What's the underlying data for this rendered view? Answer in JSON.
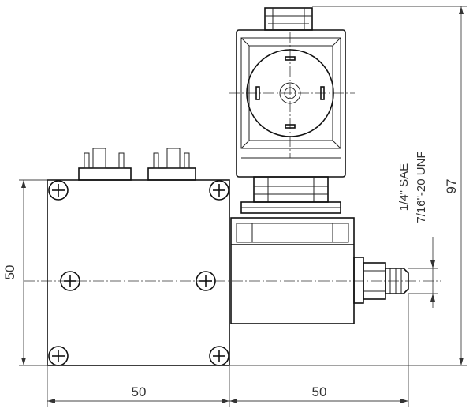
{
  "dimensions": {
    "base_height": "50",
    "base_width": "50",
    "valve_width": "50",
    "overall_height": "97"
  },
  "port_note": {
    "line1": "1/4\" SAE",
    "line2": "7/16\"-20 UNF"
  }
}
